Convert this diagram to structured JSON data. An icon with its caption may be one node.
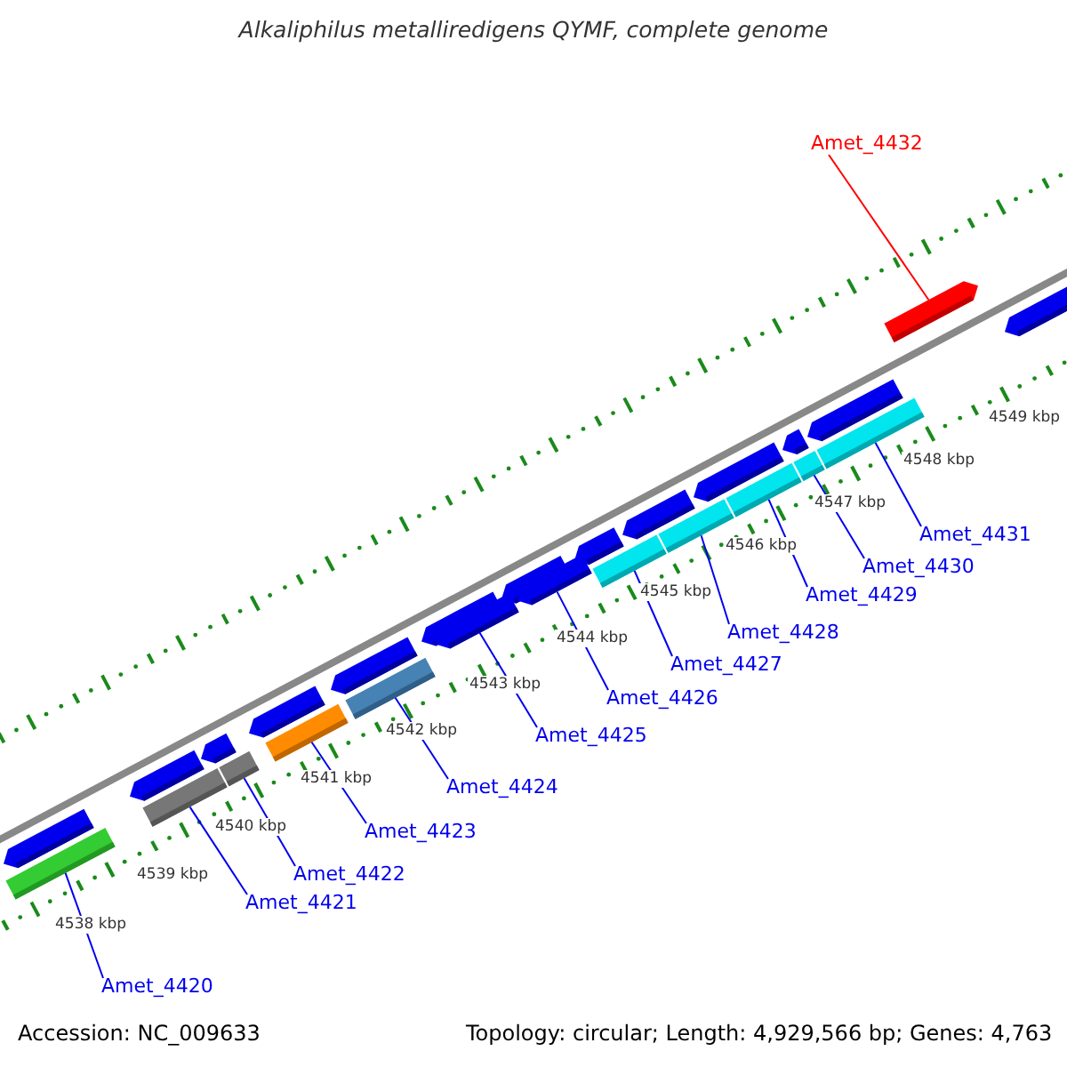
{
  "diagram": {
    "title": "Alkaliphilus metalliredigens QYMF, complete genome",
    "nodes": [
      {
        "text": [
          "Amet_4420"
        ]
      },
      {
        "text": [
          "Amet_4421"
        ]
      },
      {
        "text": [
          "Amet_4422"
        ]
      },
      {
        "text": [
          "Amet_4423"
        ]
      },
      {
        "text": [
          "Amet_4424"
        ]
      },
      {
        "text": [
          "Amet_4425"
        ]
      },
      {
        "text": [
          "Amet_4426"
        ]
      },
      {
        "text": [
          "Amet_4427"
        ]
      },
      {
        "text": [
          "Amet_4428"
        ]
      },
      {
        "text": [
          "Amet_4429"
        ]
      },
      {
        "text": [
          "Amet_4430"
        ]
      },
      {
        "text": [
          "Amet_4431"
        ]
      },
      {
        "text": [
          "Amet_4432"
        ]
      },
      {
        "text": [],
        "shape": "bar"
      },
      {
        "text": [],
        "shape": "bar"
      },
      {
        "text": [],
        "shape": "bar"
      },
      {
        "text": [],
        "shape": "bar"
      },
      {
        "text": [],
        "shape": "bar"
      },
      {
        "text": [],
        "shape": "bar"
      },
      {
        "text": [],
        "shape": "bar"
      },
      {
        "text": [],
        "shape": "bar"
      },
      {
        "text": [],
        "shape": "bar"
      },
      {
        "text": [],
        "shape": "bar"
      },
      {
        "text": [],
        "shape": "bar"
      },
      {
        "text": [],
        "shape": "bar"
      },
      {
        "text": [],
        "shape": "bar"
      }
    ],
    "edges": [
      {
        "from": 0,
        "to": 13,
        "arrow": "none"
      },
      {
        "from": 1,
        "to": 14,
        "arrow": "none"
      },
      {
        "from": 2,
        "to": 15,
        "arrow": "none"
      },
      {
        "from": 3,
        "to": 16,
        "arrow": "none"
      },
      {
        "from": 4,
        "to": 17,
        "arrow": "none"
      },
      {
        "from": 5,
        "to": 18,
        "arrow": "none"
      },
      {
        "from": 6,
        "to": 19,
        "arrow": "none"
      },
      {
        "from": 7,
        "to": 20,
        "arrow": "none"
      },
      {
        "from": 8,
        "to": 21,
        "arrow": "none"
      },
      {
        "from": 9,
        "to": 22,
        "arrow": "none"
      },
      {
        "from": 10,
        "to": 23,
        "arrow": "none"
      },
      {
        "from": 11,
        "to": 24,
        "arrow": "none"
      },
      {
        "from": 12,
        "to": 25,
        "arrow": "none",
        "color": "#ff0000"
      }
    ],
    "labels": [
      "4538 kbp",
      "4539 kbp",
      "4540 kbp",
      "4541 kbp",
      "4542 kbp",
      "4543 kbp",
      "4544 kbp",
      "4545 kbp",
      "4546 kbp",
      "4547 kbp",
      "4548 kbp",
      "4549 kbp",
      "Accession: NC_009633",
      "Topology: circular; Length: 4,929,566 bp; Genes: 4,763"
    ]
  }
}
